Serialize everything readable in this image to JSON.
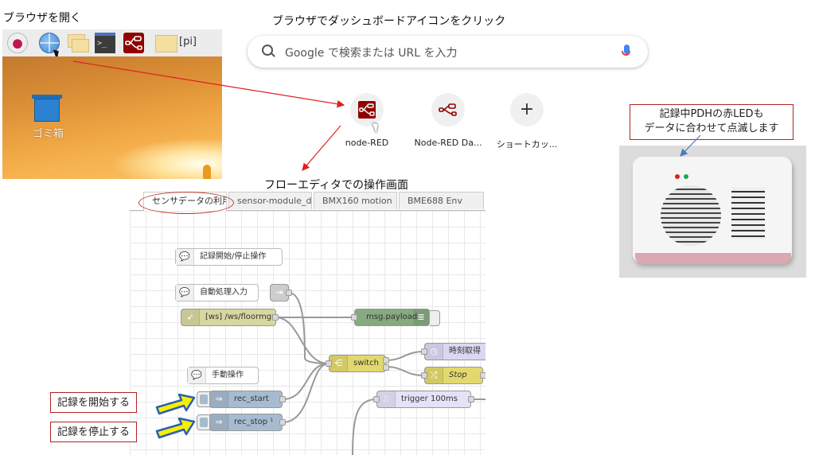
{
  "captions": {
    "open_browser": "ブラウザを開く",
    "click_dashboard": "ブラウザでダッシュボードアイコンをクリック",
    "flow_editor": "フローエディタでの操作画面"
  },
  "desktop": {
    "taskbar_icons": [
      "raspberry-pi-menu-icon",
      "web-browser-icon",
      "file-manager-icon",
      "terminal-icon",
      "node-red-icon",
      "home-folder-icon"
    ],
    "terminal_glyph": ">_",
    "folder_label": "[pi]",
    "trash_label": "ゴミ箱"
  },
  "browser": {
    "search_placeholder": "Google で検索または URL を入力",
    "shortcuts": [
      {
        "label": "node-RED",
        "icon": "node-red-icon"
      },
      {
        "label": "Node-RED Da...",
        "icon": "node-red-dashboard-icon"
      },
      {
        "label": "ショートカッ...",
        "icon": "plus-icon"
      }
    ],
    "plus_glyph": "+"
  },
  "device": {
    "callout_line1": "記録中PDHの赤LEDも",
    "callout_line2": "データに合わせて点滅します",
    "led_colors": {
      "red": "#e02020",
      "green": "#1fa84a"
    }
  },
  "flow_editor": {
    "tabs": [
      {
        "label": "センサデータの利用",
        "active": true
      },
      {
        "label": "sensor-module_data",
        "active": false
      },
      {
        "label": "BMX160 motion",
        "active": false
      },
      {
        "label": "BME688 Env",
        "active": false
      }
    ],
    "nodes": {
      "comment_record": "記録開始/停止操作",
      "comment_auto": "自動処理入力",
      "ws_in": "[ws] /ws/floormgr",
      "debug": "msg.payload",
      "switch": "switch",
      "time": "時刻取得",
      "change": "Stop",
      "trigger": "trigger 100ms",
      "comment_manual": "手動操作",
      "inject_start": "rec_start",
      "inject_stop": "rec_stop ¹"
    }
  },
  "annotations": {
    "start_label": "記録を開始する",
    "stop_label": "記録を停止する"
  },
  "colors": {
    "annotation_red": "#b22222",
    "arrow_red": "#e02020",
    "callout_arrow_blue": "#4a7cc0",
    "big_arrow_yellow": "#f5f000",
    "big_arrow_blue": "#2f5fb0",
    "node_red_brand": "#8f0000"
  }
}
